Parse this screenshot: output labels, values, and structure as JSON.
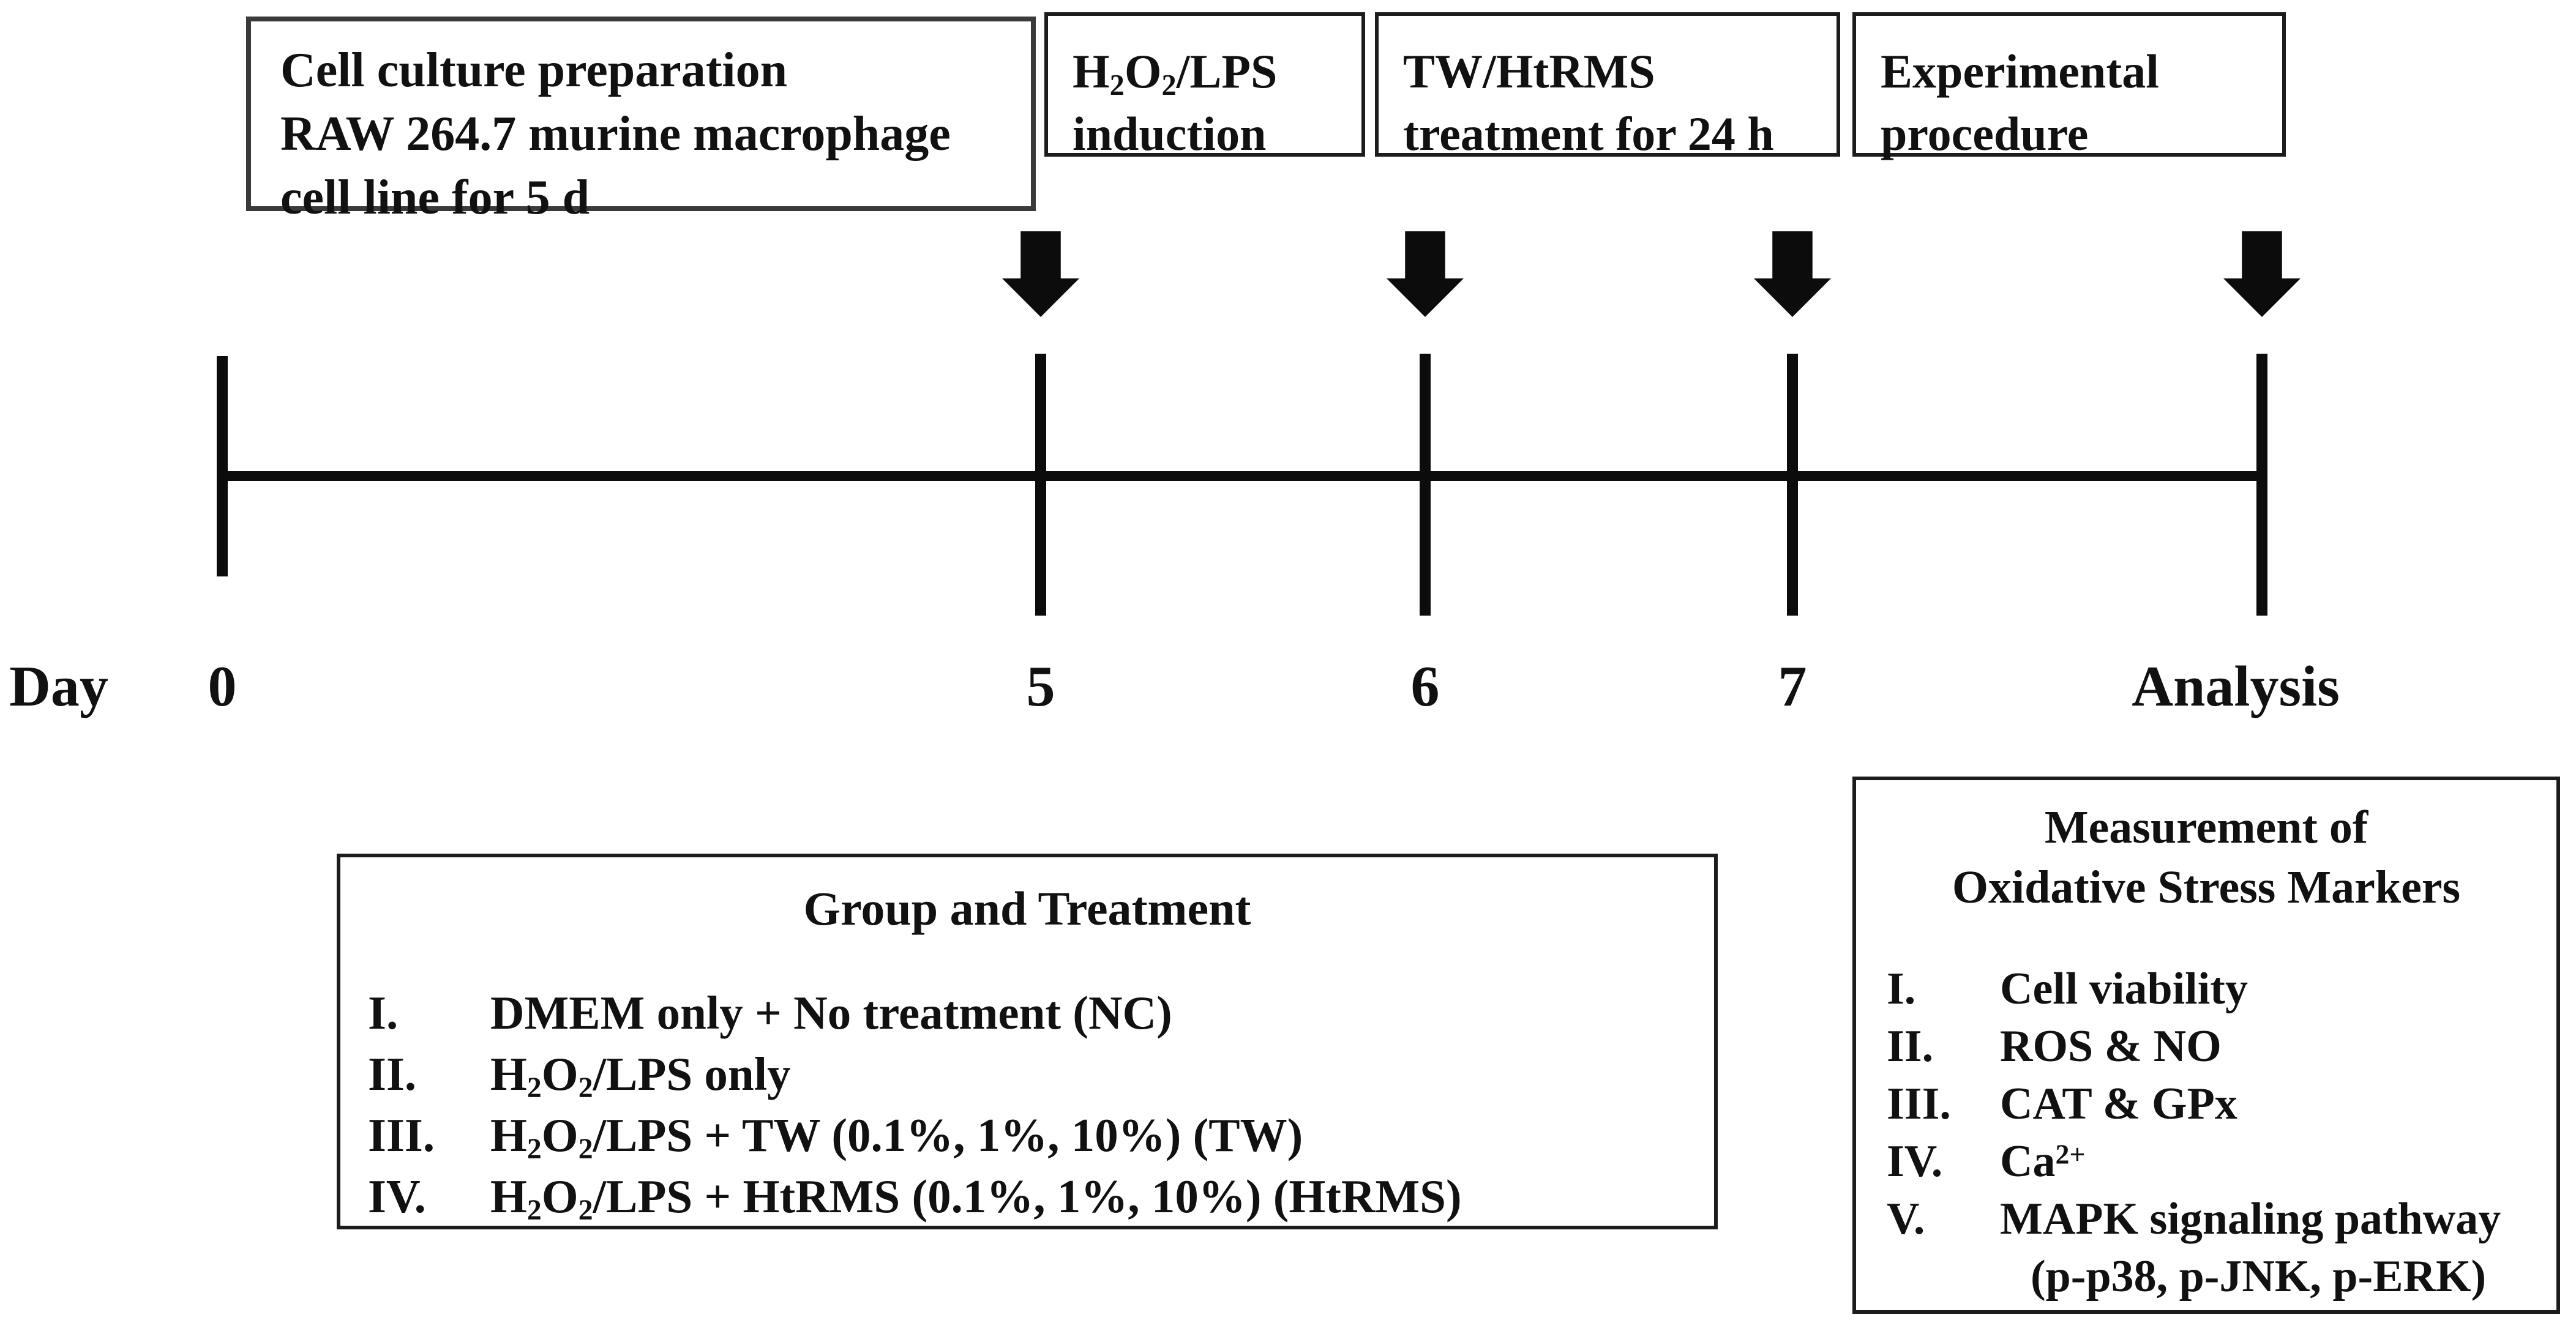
{
  "diagram": {
    "colors": {
      "ink": "#111111",
      "background": "#ffffff",
      "arrow": "#0c0c0c"
    },
    "top_boxes": {
      "cell_culture": {
        "lines": [
          "Cell culture preparation",
          "RAW 264.7 murine macrophage",
          "cell line for 5 d"
        ]
      },
      "induction": {
        "lines": [
          "H~2~O~2~/LPS",
          "induction"
        ]
      },
      "treatment": {
        "lines": [
          "TW/HtRMS",
          "treatment for 24 h"
        ]
      },
      "procedure": {
        "lines": [
          "Experimental",
          "procedure"
        ]
      }
    },
    "axis": {
      "label": "Day",
      "tick_labels": [
        "0",
        "5",
        "6",
        "7"
      ],
      "end_label": "Analysis"
    },
    "group_box": {
      "title": "Group and Treatment",
      "items": [
        {
          "numeral": "I.",
          "text": "DMEM only + No treatment (NC)"
        },
        {
          "numeral": "II.",
          "text": "H~2~O~2~/LPS only"
        },
        {
          "numeral": "III.",
          "text": "H~2~O~2~/LPS + TW (0.1%, 1%, 10%) (TW)"
        },
        {
          "numeral": "IV.",
          "text": "H~2~O~2~/LPS + HtRMS (0.1%, 1%, 10%) (HtRMS)"
        }
      ]
    },
    "measurement_box": {
      "title_lines": [
        "Measurement of",
        "Oxidative Stress Markers"
      ],
      "items": [
        {
          "numeral": "I.",
          "text": "Cell viability"
        },
        {
          "numeral": "II.",
          "text": "ROS & NO"
        },
        {
          "numeral": "III.",
          "text": "CAT & GPx"
        },
        {
          "numeral": "IV.",
          "text": "Ca^2+^"
        },
        {
          "numeral": "V.",
          "text": "MAPK signaling pathway",
          "text2": "(p-p38, p-JNK, p-ERK)"
        }
      ]
    }
  }
}
